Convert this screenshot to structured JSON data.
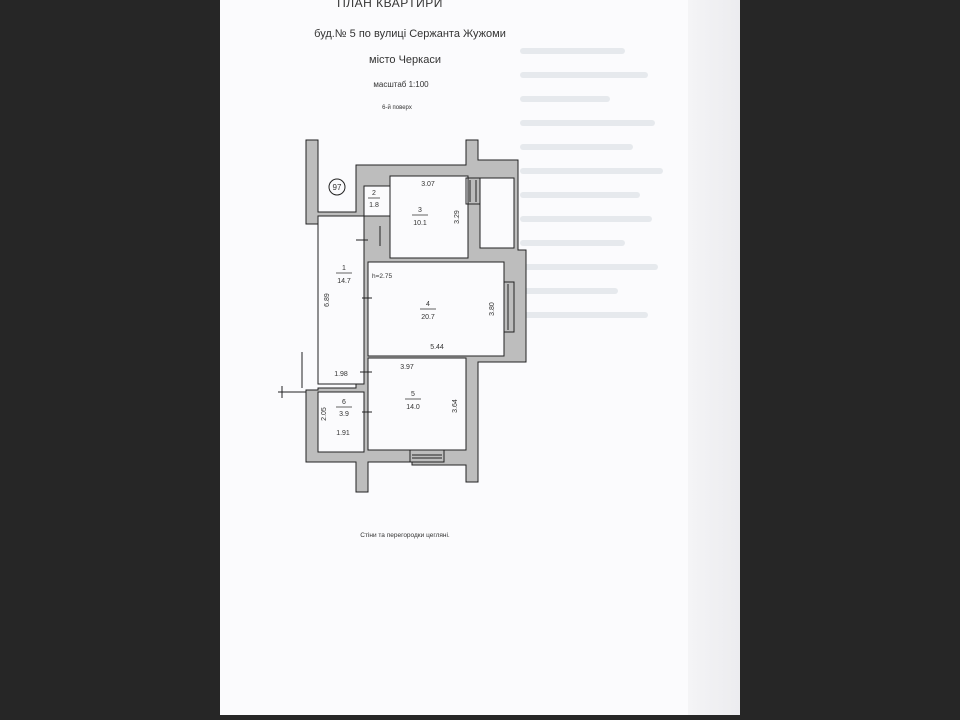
{
  "document": {
    "title": "ПЛАН КВАРТИРИ",
    "address": "буд.№ 5 по вулиці  Сержанта Жужоми",
    "city": "місто Черкаси",
    "scale": "масштаб  1:100",
    "floor": "6-й поверх",
    "note": "Стіни  та перегородки   цегляні."
  },
  "plan": {
    "stamp": "97",
    "ceiling_height": "h=2.75",
    "rooms": [
      {
        "number": "1",
        "area": "14.7"
      },
      {
        "number": "2",
        "area": "1.8"
      },
      {
        "number": "3",
        "area": "10.1"
      },
      {
        "number": "4",
        "area": "20.7"
      },
      {
        "number": "5",
        "area": "14.0"
      },
      {
        "number": "6",
        "area": "3.9"
      }
    ],
    "dimensions": {
      "room3_width": "3.07",
      "room3_depth": "3.29",
      "room1_length": "6.89",
      "room4_depth": "3.80",
      "room4_width": "5.44",
      "room1_width": "1.98",
      "room5_width": "3.97",
      "room5_depth": "3.64",
      "room6_depth": "2.05",
      "room6_width": "1.91"
    }
  },
  "colors": {
    "wall": "#bdbdbd",
    "line": "#222222",
    "paper": "#fbfbfd"
  }
}
